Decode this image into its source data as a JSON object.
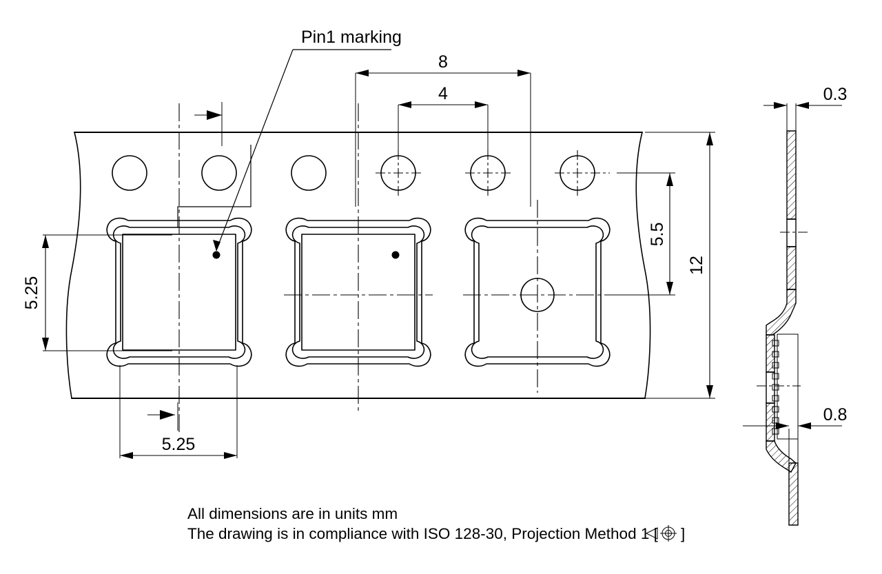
{
  "drawing": {
    "title": "Carrier tape dimensional drawing",
    "units_note": "All dimensions are in units mm",
    "standard_note": "The drawing is in compliance with ISO 128-30, Projection Method 1 [",
    "standard_note_close": "]",
    "callouts": {
      "pin1": "Pin1 marking"
    },
    "dimensions": {
      "pocket_pitch": "8",
      "sprocket_pitch": "4",
      "pocket_width": "5.25",
      "pocket_height": "5.25",
      "sprocket_to_center": "5.5",
      "tape_width": "12",
      "tape_thickness": "0.3",
      "pocket_depth": "0.8"
    },
    "colors": {
      "line": "#000000",
      "background": "#ffffff"
    }
  },
  "chart_data": {
    "type": "table",
    "title": "Carrier tape dimensional drawing",
    "xlabel": "",
    "ylabel": "",
    "categories": [
      "pocket pitch",
      "sprocket pitch",
      "pocket width",
      "pocket height",
      "sprocket to pocket center",
      "tape width",
      "tape thickness",
      "pocket depth"
    ],
    "values": [
      8,
      4,
      5.25,
      5.25,
      5.5,
      12,
      0.3,
      0.8
    ],
    "units": "mm",
    "notes": [
      "All dimensions are in units mm",
      "The drawing is in compliance with ISO 128-30, Projection Method 1"
    ]
  }
}
